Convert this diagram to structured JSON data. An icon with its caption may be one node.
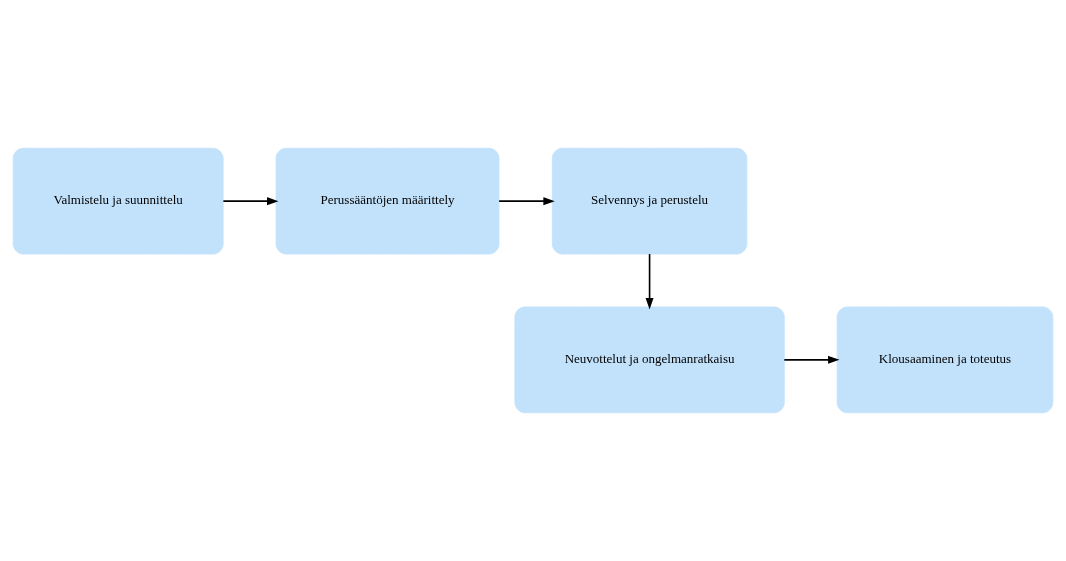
{
  "diagram": {
    "nodes": [
      {
        "text": [
          "Valmistelu ja suunnittelu"
        ]
      },
      {
        "text": [
          "Perussääntöjen määrittely"
        ]
      },
      {
        "text": [
          "Selvennys ja perustelu"
        ]
      },
      {
        "text": [
          "Neuvottelut ja ongelmanratkaisu"
        ]
      },
      {
        "text": [
          "Klousaaminen ja toteutus"
        ]
      }
    ],
    "edges": [
      {
        "from": 0,
        "to": 1,
        "arrow": "to"
      },
      {
        "from": 1,
        "to": 2,
        "arrow": "to"
      },
      {
        "from": 2,
        "to": 3,
        "arrow": "to"
      },
      {
        "from": 3,
        "to": 4,
        "arrow": "to"
      }
    ]
  }
}
